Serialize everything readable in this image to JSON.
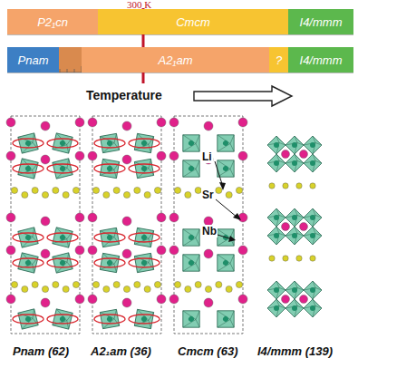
{
  "diagram": {
    "nodes": [
      {
        "text": [
          "P2₁cn"
        ]
      },
      {
        "text": [
          "Cmcm"
        ]
      },
      {
        "text": [
          "I4/mmm"
        ]
      },
      {
        "text": [
          "Pnam"
        ]
      },
      {
        "text": [
          "A2₁am"
        ]
      },
      {
        "text": [
          "?"
        ]
      },
      {
        "text": [
          "I4/mmm"
        ]
      }
    ],
    "labels": [
      "300 K",
      "Temperature",
      "Li",
      "Sr",
      "Nb",
      "Pnam (62)",
      "A2₁am (36)",
      "Cmcm (63)",
      "I4/mmm (139)"
    ]
  }
}
